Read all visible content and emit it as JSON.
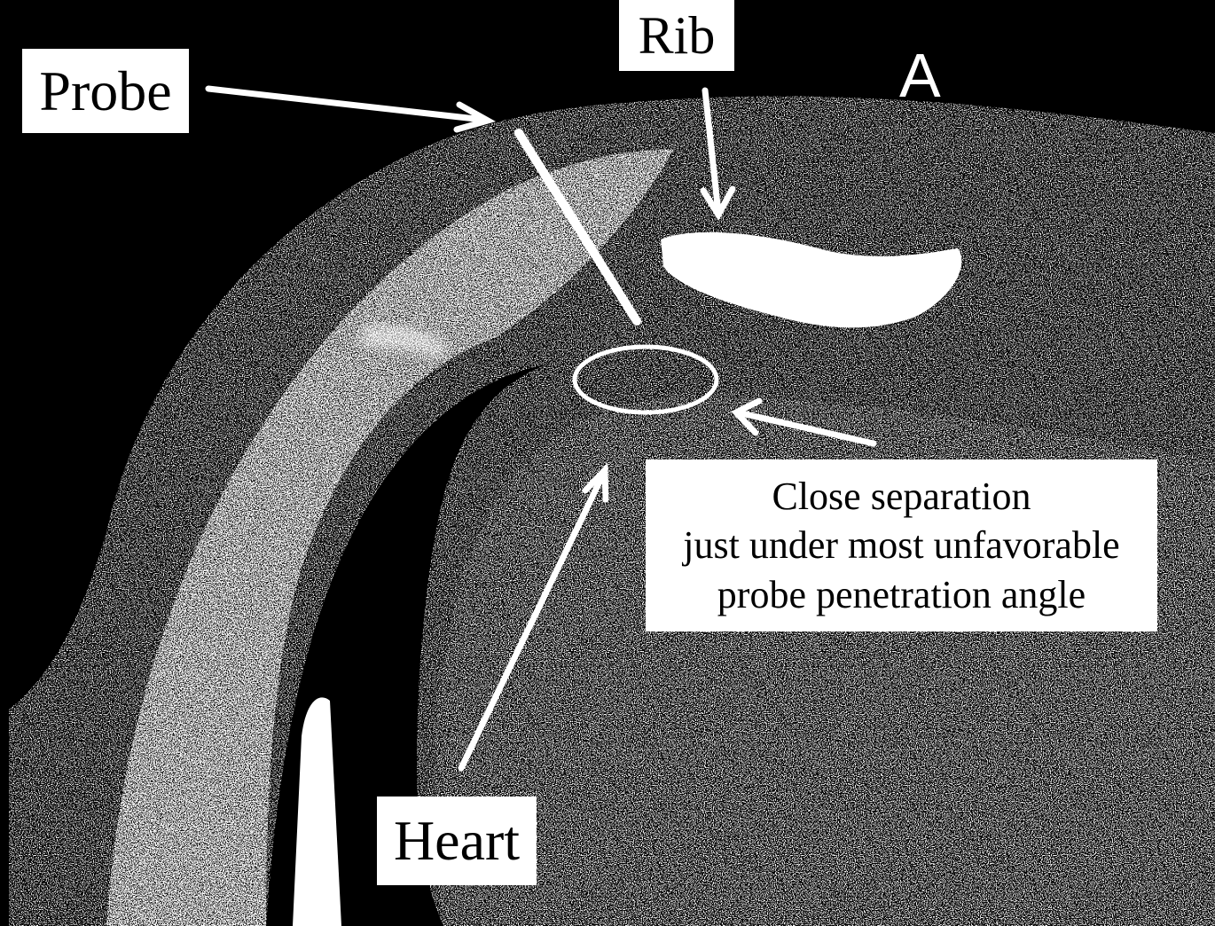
{
  "image": {
    "description_colors": {
      "background": "#000000",
      "tissue_noise": "#ffffff",
      "annotation_box": "#ffffff",
      "annotation_text": "#000000",
      "arrow": "#ffffff"
    }
  },
  "labels": {
    "probe": "Probe",
    "rib": "Rib",
    "heart": "Heart",
    "separation_line1": "Close separation",
    "separation_line2": "just under most unfavorable",
    "separation_line3": "probe penetration angle",
    "orientation_marker": "A"
  }
}
